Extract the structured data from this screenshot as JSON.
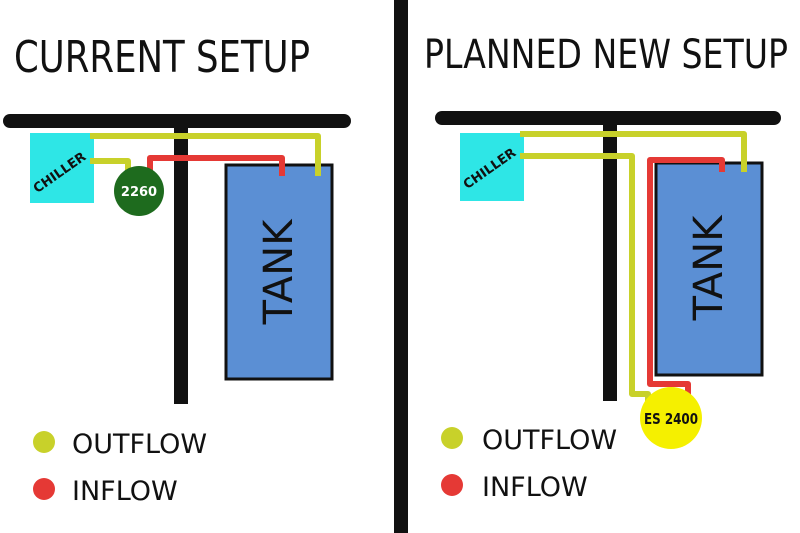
{
  "colors": {
    "outflow": "#c8d12a",
    "inflow": "#e53935",
    "chiller": "#2ee6e6",
    "tank": "#5b8fd4",
    "pump_2260": "#1e6b1e",
    "pump_es2400": "#f5f000",
    "ink": "#111111"
  },
  "left": {
    "title": "CURRENT SETUP",
    "chiller_label": "CHILLER",
    "tank_label": "TANK",
    "pump_label": "2260",
    "legend": {
      "outflow": "OUTFLOW",
      "inflow": "INFLOW"
    }
  },
  "right": {
    "title": "PLANNED NEW SETUP",
    "chiller_label": "CHILLER",
    "tank_label": "TANK",
    "pump_label": "ES 2400",
    "legend": {
      "outflow": "OUTFLOW",
      "inflow": "INFLOW"
    }
  }
}
